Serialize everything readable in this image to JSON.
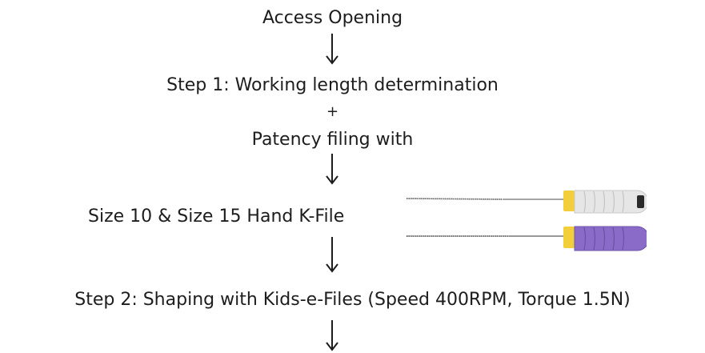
{
  "flow": {
    "access": "Access Opening",
    "step1_title": "Step 1: Working length determination",
    "plus": "+",
    "patency": "Patency filing with",
    "files": "Size 10 & Size 15 Hand K-File",
    "step2": "Step 2: Shaping with Kids-e-Files (Speed 400RPM, Torque 1.5N)"
  },
  "colors": {
    "text": "#1d1d1d",
    "file_handle_white": "#e6e6e6",
    "file_handle_purple": "#8a6cc8",
    "ferrule_yellow": "#f2cf3a"
  },
  "icons": [
    "down-arrow-icon",
    "k-file-size-10-icon",
    "k-file-size-15-icon"
  ]
}
